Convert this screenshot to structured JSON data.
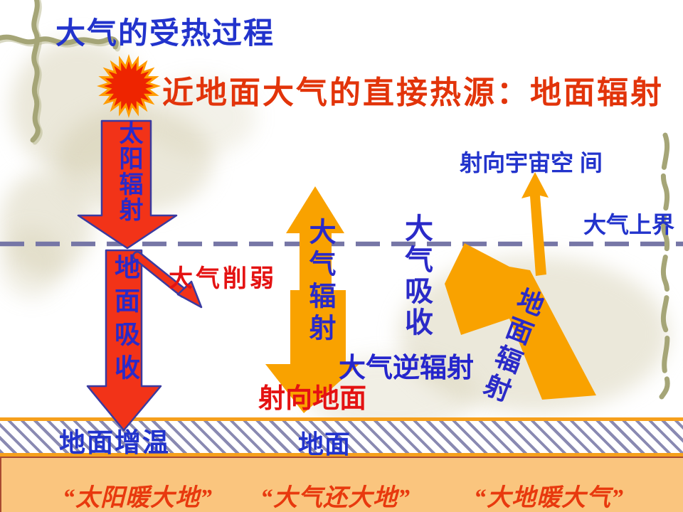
{
  "page_title": "大气的受热过程",
  "headline": "近地面大气的直接热源：地面辐射",
  "labels": {
    "solar_radiation": "太阳辐射",
    "ground_absorb": "地面吸收",
    "atmos_weaken": "大气削弱",
    "atmos_radiation": "大气辐射",
    "to_ground": "射向地面",
    "counter_radiation": "大气逆辐射",
    "atmos_absorb": "大气吸收",
    "to_space": "射向宇宙空 间",
    "atmos_top": "大气上界",
    "ground_radiation": "地面辐射",
    "ground_warming": "地面增温",
    "ground": "地面"
  },
  "quotes": [
    "“太阳暖大地”",
    "“大气还大地”",
    "“大地暖大气”"
  ],
  "icons": {
    "sun": "sun-starburst-icon"
  },
  "colors": {
    "title_blue": "#2233CC",
    "headline_red": "#E2340A",
    "label_blue": "#2A2AC8",
    "emphasis_red": "#E41212",
    "arrow_red": "#F23318",
    "arrow_red_outline": "#3A3AA0",
    "arrow_orange": "#F9A200",
    "boundary_dash": "#7676A6",
    "ground_hatch": "#8A8AB2",
    "ground_border_orange": "#F6A01C",
    "bottom_panel": "#FAC57E",
    "quote_red": "#E8390E",
    "vine_olive": "#A5A577"
  }
}
